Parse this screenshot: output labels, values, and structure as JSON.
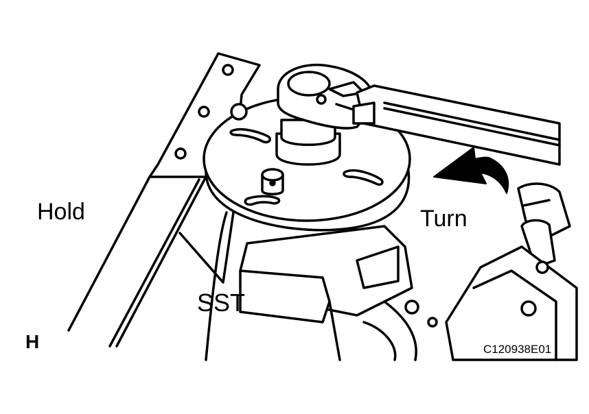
{
  "labels": {
    "hold": "Hold",
    "turn": "Turn",
    "sst": "SST",
    "section_mark": "H",
    "figure_code": "C120938E01"
  },
  "colors": {
    "ink": "#000000",
    "paper": "#ffffff"
  },
  "icons": {
    "direction": "curved-arrow-left-icon"
  }
}
